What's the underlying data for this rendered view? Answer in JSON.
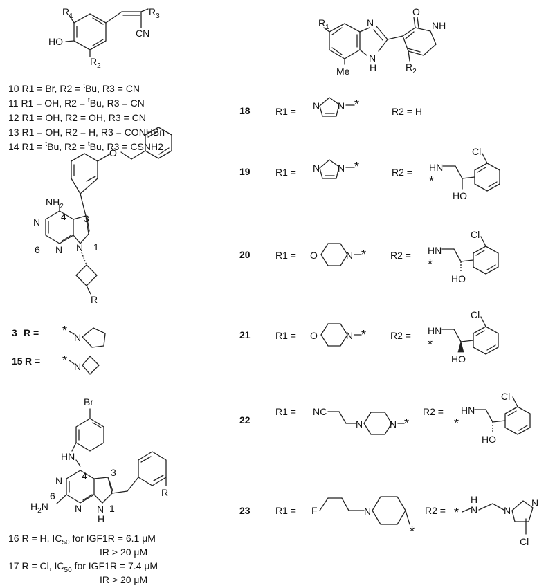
{
  "structure_a": {
    "atoms": {
      "r1": "R",
      "r1_sub": "1",
      "ho": "HO",
      "r2": "R",
      "r2_sub": "2",
      "r3": "R",
      "r3_sub": "3",
      "cn": "CN"
    },
    "compounds": [
      {
        "num": "10",
        "text_a": "R1 = Br, R2 = ",
        "sup": "t",
        "text_b": "Bu, R3 = CN"
      },
      {
        "num": "11",
        "text_a": "R1 = OH, R2 = ",
        "sup": "t",
        "text_b": "Bu, R3 = CN"
      },
      {
        "num": "12",
        "text_a": "R1 = OH, R2 = OH, R3 = CN",
        "sup": "",
        "text_b": ""
      },
      {
        "num": "13",
        "text_a": "R1 = OH, R2 = H, R3 = CONHBn",
        "sup": "",
        "text_b": ""
      },
      {
        "num": "14",
        "text_a": "R1 = ",
        "sup": "t",
        "text_b": "Bu, R2 = ",
        "sup2": "t",
        "text_c": "Bu, R3 = CSNH2"
      }
    ]
  },
  "structure_b": {
    "atoms": {
      "nh2": "NH",
      "nh2_sub": "2",
      "n_a": "N",
      "n_b": "N",
      "n_c": "N",
      "o": "O",
      "r": "R",
      "pos4": "4",
      "pos3": "3",
      "pos6": "6",
      "pos1": "1"
    },
    "compounds": [
      {
        "num": "3",
        "label": "R =",
        "amine": "N",
        "star": "*"
      },
      {
        "num": "15",
        "label": "R =",
        "amine": "N",
        "star": "*"
      }
    ]
  },
  "structure_c": {
    "atoms": {
      "br": "Br",
      "hn": "HN",
      "n_a": "N",
      "n_b": "N",
      "nh": "N",
      "h": "H",
      "h2n": "H",
      "h2n_sub": "2",
      "h2n_n": "N",
      "r": "R",
      "pos4": "4",
      "pos3": "3",
      "pos6": "6",
      "pos1": "1"
    },
    "compounds": [
      {
        "num": "16",
        "text": "R = H, IC",
        "sub": "50",
        "text_b": " for IGF1R = 6.1 μM",
        "line2": "IR > 20 μM"
      },
      {
        "num": "17",
        "text": "R = Cl, IC",
        "sub": "50",
        "text_b": " for IGF1R = 7.4 μM",
        "line2": "IR > 20 μM"
      }
    ]
  },
  "structure_d": {
    "atoms": {
      "o": "O",
      "nh": "NH",
      "n_a": "N",
      "n_b": "N",
      "h": "H",
      "me": "Me",
      "r1": "R",
      "r1_sub": "1",
      "r2": "R",
      "r2_sub": "2"
    },
    "compounds": [
      {
        "num": "18",
        "r1": "R1 =",
        "r2": "R2 = H"
      },
      {
        "num": "19",
        "r1": "R1 =",
        "r2": "R2 ="
      },
      {
        "num": "20",
        "r1": "R1 =",
        "r2": "R2 ="
      },
      {
        "num": "21",
        "r1": "R1 =",
        "r2": "R2 ="
      },
      {
        "num": "22",
        "r1": "R1 =",
        "r2": "R2 ="
      },
      {
        "num": "23",
        "r1": "R1 =",
        "r2": "R2 ="
      }
    ],
    "fragments": {
      "n": "N",
      "o": "O",
      "star": "*",
      "hn": "HN",
      "ho": "HO",
      "cl": "Cl",
      "nc": "NC",
      "f": "F",
      "h": "H"
    }
  }
}
